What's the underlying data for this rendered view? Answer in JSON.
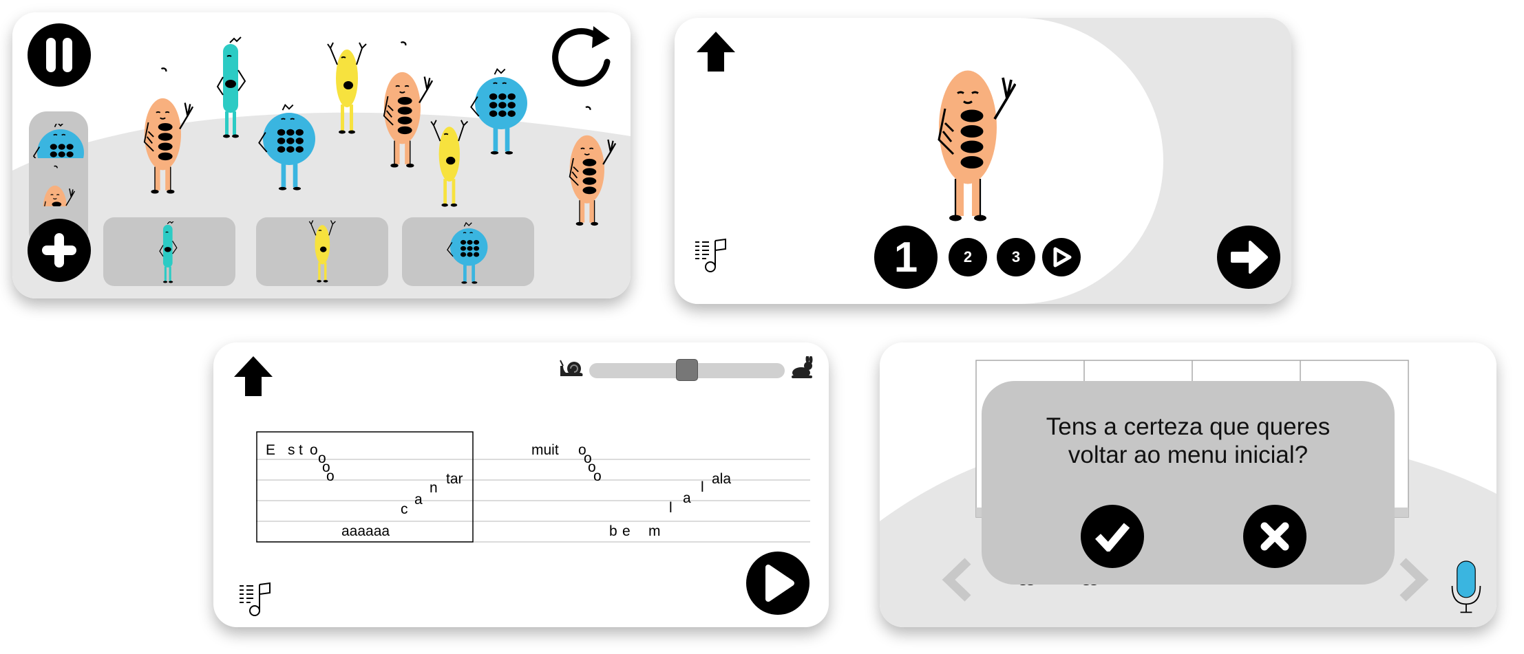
{
  "panels": {
    "stage": {
      "pause_icon": "pause-icon",
      "restart_icon": "restart-icon",
      "add_icon": "plus-icon",
      "available_singers": [
        {
          "color": "#3ab5e0",
          "type": "round"
        },
        {
          "color": "#f8b07e",
          "type": "oval"
        }
      ],
      "tray": [
        {
          "color": "#2ccbc4",
          "type": "slim"
        },
        {
          "color": "#f7e23e",
          "type": "arms-up"
        },
        {
          "color": "#3ab5e0",
          "type": "round"
        }
      ]
    },
    "singer_config": {
      "back_icon": "up-arrow-icon",
      "score_icon": "music-list-icon",
      "next_icon": "right-arrow-icon",
      "selected_part": "1",
      "parts": [
        "2",
        "3"
      ],
      "play_icon": "play-icon"
    },
    "lyrics": {
      "back_icon": "up-arrow-icon",
      "slow_icon": "snail-icon",
      "fast_icon": "rabbit-icon",
      "tempo": 0.5,
      "score_icon": "music-list-icon",
      "play_icon": "play-icon",
      "words": {
        "w1": "E",
        "w2": "s",
        "w3": "t",
        "w4": "o",
        "w5": "o",
        "w6": "o",
        "w7": "o",
        "w8": "c",
        "w9": "a",
        "w10": "n",
        "w11": "tar",
        "w12": "aaaaaa",
        "w13": "muit",
        "w14": "o",
        "w15": "o",
        "w16": "o",
        "w17": "o",
        "w18": "l",
        "w19": "a",
        "w20": "l",
        "w21": "ala",
        "w22": "b",
        "w23": "e",
        "w24": "m"
      }
    },
    "confirm": {
      "question_line1": "Tens a certeza que queres",
      "question_line2": "voltar ao menu inicial?",
      "confirm_icon": "check-icon",
      "cancel_icon": "close-icon",
      "prev_icon": "chevron-left-icon",
      "next_icon": "chevron-right-icon",
      "mic_icon": "microphone-icon"
    }
  },
  "colors": {
    "orange": "#f8b07e",
    "teal": "#2ccbc4",
    "yellow": "#f7e23e",
    "blue": "#3ab5e0",
    "panel_grey": "#e6e6e6",
    "tab_grey": "#c6c6c6",
    "dialog_grey": "#c6c6c6"
  }
}
